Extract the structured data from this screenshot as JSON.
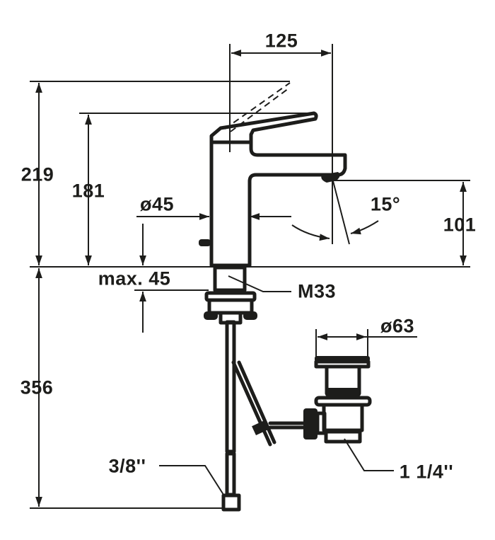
{
  "drawing": {
    "dimensions": {
      "total_height": "219",
      "lever_height": "181",
      "spout_reach": "125",
      "spout_height": "101",
      "body_diameter": "ø45",
      "deck_thickness": "max. 45",
      "thread": "M33",
      "spout_angle": "15°",
      "below_deck": "356",
      "drain_diameter": "ø63",
      "drain_outlet": "1 1/4''",
      "hose_connection": "3/8''"
    },
    "colors": {
      "line": "#1d1d1b",
      "background": "#ffffff"
    }
  }
}
